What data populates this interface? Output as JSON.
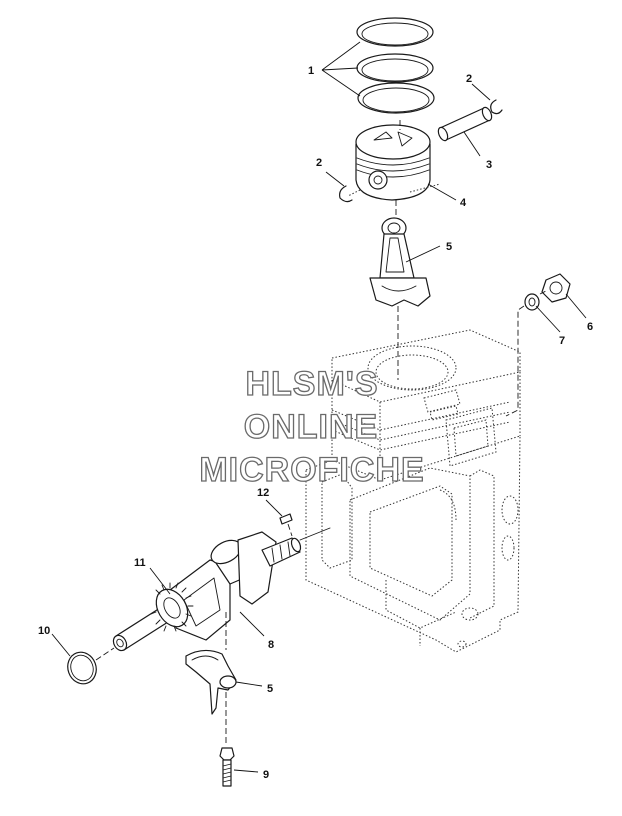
{
  "callouts": {
    "c1": "1",
    "c2a": "2",
    "c2b": "2",
    "c3": "3",
    "c4": "4",
    "c5a": "5",
    "c5b": "5",
    "c6": "6",
    "c7": "7",
    "c8": "8",
    "c9": "9",
    "c10": "10",
    "c11": "11",
    "c12": "12"
  },
  "watermark": {
    "line1": "HLSM'S",
    "line2": "ONLINE",
    "line3": "MICROFICHE"
  }
}
